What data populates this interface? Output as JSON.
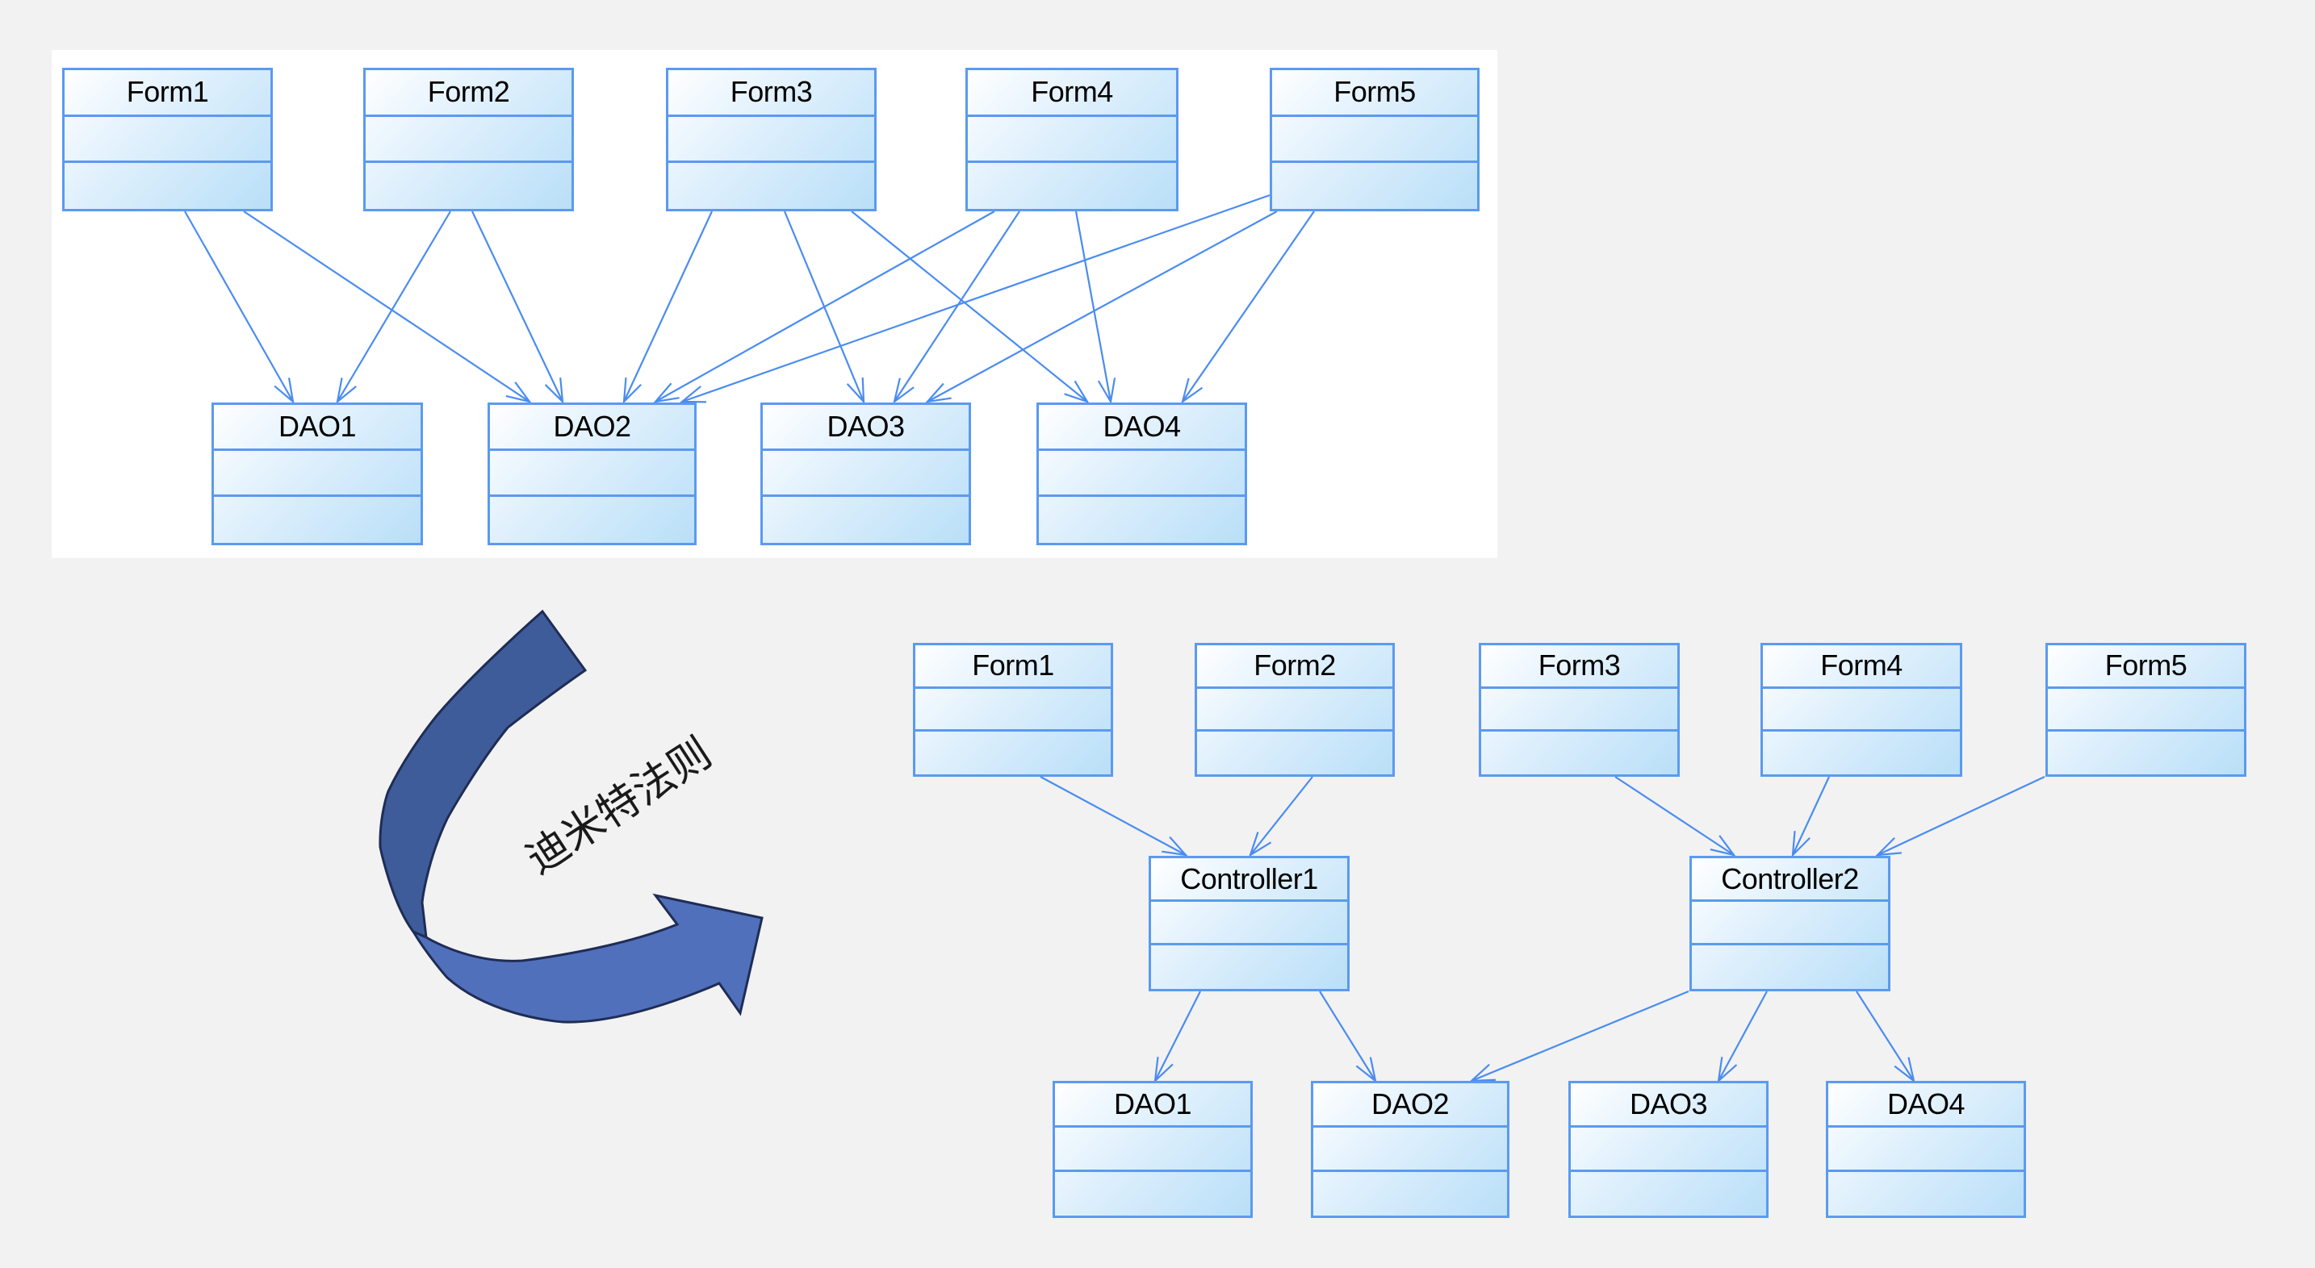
{
  "title": "迪米特法则",
  "colors": {
    "background": "#f2f2f2",
    "panel": "#ffffff",
    "box_border": "#5b9af0",
    "box_fill_light": "#ffffff",
    "box_fill_dark": "#b9dff8",
    "edge": "#4a8cf0",
    "arrow_upper": "#3f5c9a",
    "arrow_lower": "#5070bc",
    "arrow_outline": "#1f2d55"
  },
  "before": {
    "forms": [
      "Form1",
      "Form2",
      "Form3",
      "Form4",
      "Form5"
    ],
    "daos": [
      "DAO1",
      "DAO2",
      "DAO3",
      "DAO4"
    ],
    "dependencies": [
      {
        "from": "Form1",
        "to": "DAO1"
      },
      {
        "from": "Form1",
        "to": "DAO2"
      },
      {
        "from": "Form2",
        "to": "DAO1"
      },
      {
        "from": "Form2",
        "to": "DAO2"
      },
      {
        "from": "Form3",
        "to": "DAO2"
      },
      {
        "from": "Form3",
        "to": "DAO3"
      },
      {
        "from": "Form3",
        "to": "DAO4"
      },
      {
        "from": "Form4",
        "to": "DAO2"
      },
      {
        "from": "Form4",
        "to": "DAO3"
      },
      {
        "from": "Form4",
        "to": "DAO4"
      },
      {
        "from": "Form5",
        "to": "DAO2"
      },
      {
        "from": "Form5",
        "to": "DAO3"
      },
      {
        "from": "Form5",
        "to": "DAO4"
      }
    ]
  },
  "after": {
    "forms": [
      "Form1",
      "Form2",
      "Form3",
      "Form4",
      "Form5"
    ],
    "controllers": [
      "Controller1",
      "Controller2"
    ],
    "daos": [
      "DAO1",
      "DAO2",
      "DAO3",
      "DAO4"
    ],
    "dependencies": [
      {
        "from": "Form1",
        "to": "Controller1"
      },
      {
        "from": "Form2",
        "to": "Controller1"
      },
      {
        "from": "Form3",
        "to": "Controller2"
      },
      {
        "from": "Form4",
        "to": "Controller2"
      },
      {
        "from": "Form5",
        "to": "Controller2"
      },
      {
        "from": "Controller1",
        "to": "DAO1"
      },
      {
        "from": "Controller1",
        "to": "DAO2"
      },
      {
        "from": "Controller2",
        "to": "DAO2"
      },
      {
        "from": "Controller2",
        "to": "DAO3"
      },
      {
        "from": "Controller2",
        "to": "DAO4"
      }
    ]
  }
}
